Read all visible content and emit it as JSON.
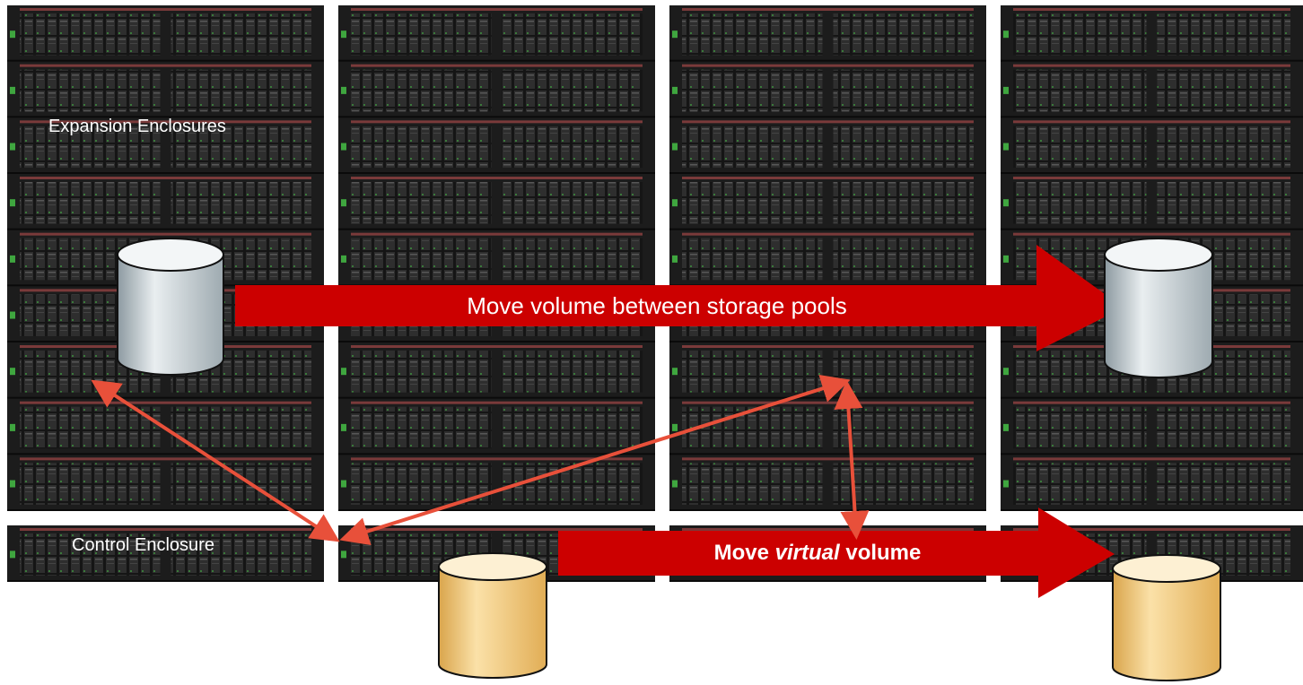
{
  "diagram": {
    "labels": {
      "expansion_enclosures": "Expansion Enclosures",
      "control_enclosure": "Control Enclosure"
    },
    "arrows": {
      "top": {
        "text": "Move volume between storage pools"
      },
      "bottom": {
        "prefix": "Move ",
        "emphasis": "virtual",
        "suffix": " volume"
      }
    },
    "colors": {
      "arrow_fill": "#cc0000",
      "link_line": "#e8503a",
      "gray_cylinder": "#c9d3d8",
      "gold_cylinder": "#f2c576",
      "enclosure": "#1c1c1c"
    },
    "volumes": [
      {
        "name": "source-volume",
        "style": "gray"
      },
      {
        "name": "target-volume",
        "style": "gray"
      },
      {
        "name": "source-virtual-volume",
        "style": "gold"
      },
      {
        "name": "target-virtual-volume",
        "style": "gold"
      }
    ]
  }
}
